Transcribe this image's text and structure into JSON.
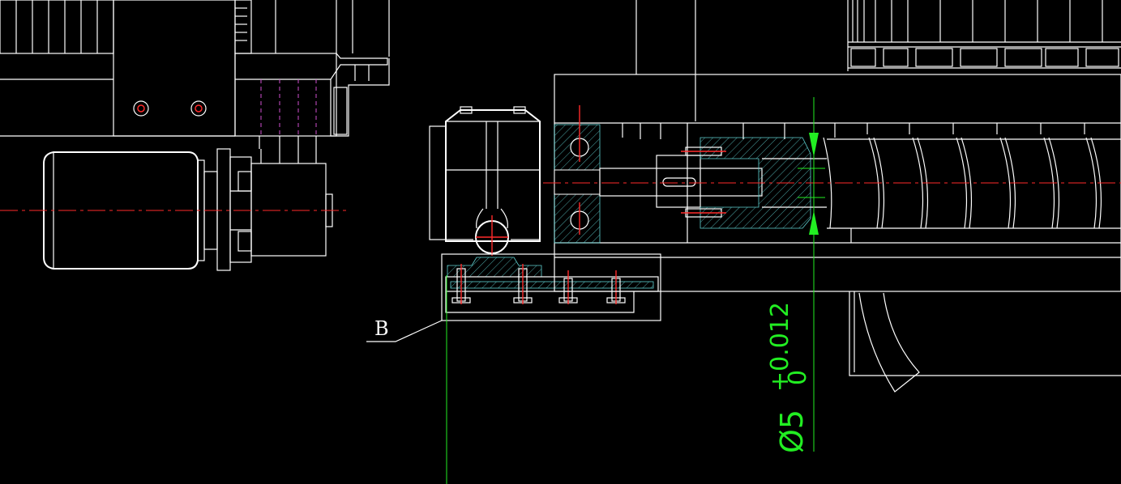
{
  "drawing": {
    "background": "#000000",
    "line_color": "#ffffff",
    "centerline_color": "#ff2a2a",
    "dimension_color": "#22ee22",
    "hatch_color": "#5fd0d0",
    "hidden_line_color": "#d050d0"
  },
  "labels": {
    "detail_callout": "B"
  },
  "dimension": {
    "diameter_symbol": "Ø",
    "nominal": "5",
    "upper_tolerance": "+0.012",
    "lower_tolerance": "0"
  }
}
